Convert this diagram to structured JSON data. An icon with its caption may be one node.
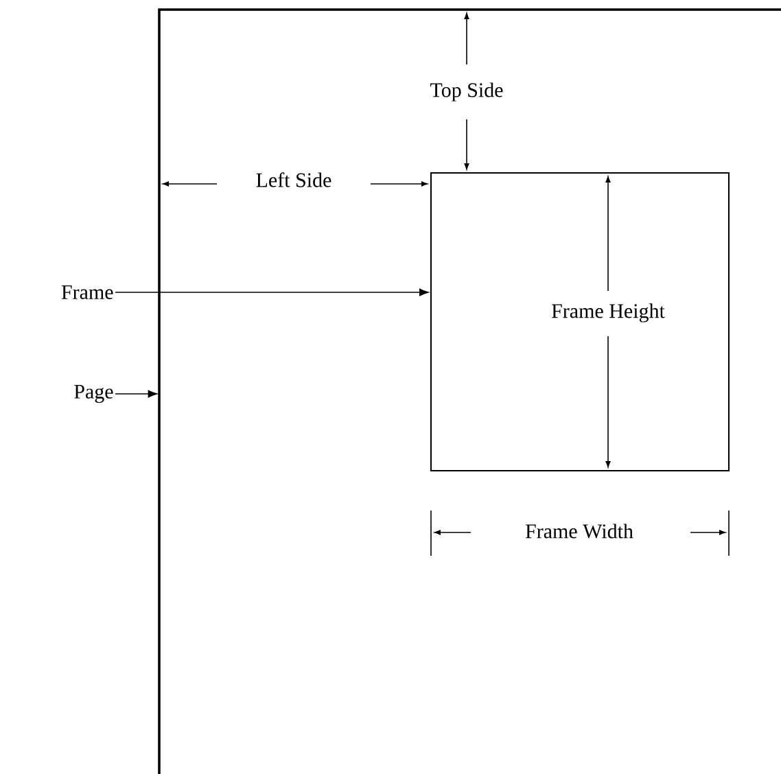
{
  "diagram": {
    "nodes": [
      {
        "text": [],
        "shape": "box"
      },
      {
        "text": [],
        "shape": "box",
        "in": 0
      },
      {
        "text": [
          "Frame"
        ]
      },
      {
        "text": [
          "Page"
        ]
      }
    ],
    "edges": [
      {
        "from": 2,
        "to": 1,
        "arrow": "to"
      },
      {
        "from": 3,
        "to": 0,
        "arrow": "to"
      }
    ],
    "labels": [
      "Top Side",
      "Left Side",
      "Frame Height",
      "Frame Width"
    ]
  }
}
